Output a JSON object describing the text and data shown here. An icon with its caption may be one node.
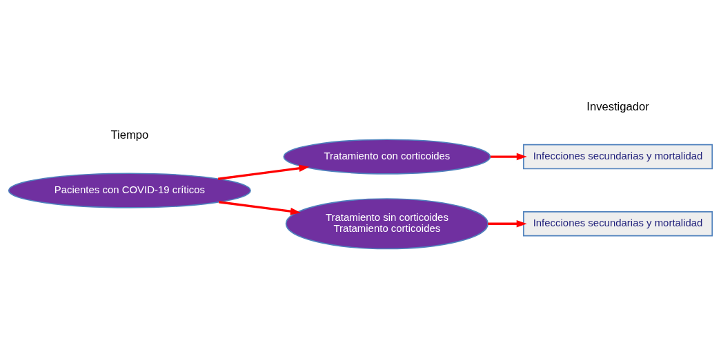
{
  "diagram": {
    "nodes": [
      {
        "text": [
          "Pacientes con COVID-19 críticos"
        ]
      },
      {
        "text": [
          "Tratamiento con corticoides"
        ]
      },
      {
        "text": [
          "Tratamiento sin corticoides",
          "Tratamiento corticoides"
        ]
      },
      {
        "text": [
          "Infecciones secundarias y mortalidad"
        ]
      },
      {
        "text": [
          "Infecciones secundarias y mortalidad"
        ]
      }
    ],
    "edges": [
      {
        "from": 0,
        "to": 1,
        "arrow": "to"
      },
      {
        "from": 0,
        "to": 2,
        "arrow": "to"
      },
      {
        "from": 1,
        "to": 3,
        "arrow": "to"
      },
      {
        "from": 2,
        "to": 4,
        "arrow": "to"
      }
    ],
    "labels": [
      "Investigador",
      "Tiempo"
    ]
  }
}
